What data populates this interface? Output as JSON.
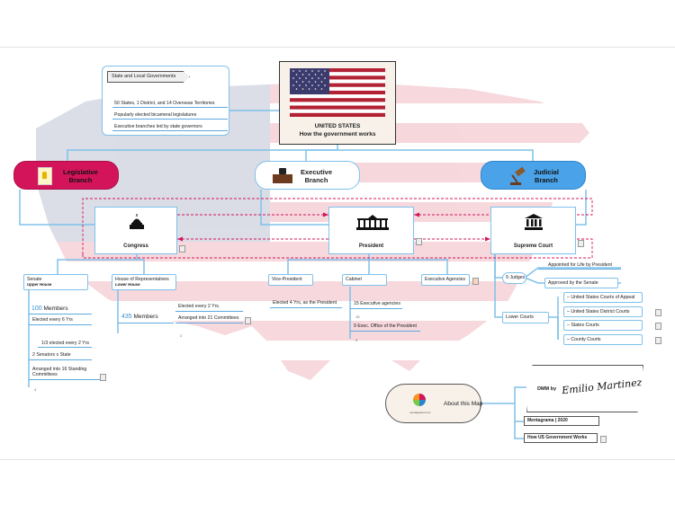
{
  "root": {
    "title_line1": "UNITED  STATES",
    "title_line2": "How the government works"
  },
  "state": {
    "title": "State and Local Governments",
    "items": [
      "50 States, 1 District, and 14 Overseas Territories",
      "Popularly elected bicameral legislatures",
      "Executive branches led by state governors"
    ]
  },
  "branches": {
    "legislative": {
      "line1": "Legislative",
      "line2": "Branch"
    },
    "executive": {
      "line1": "Executive",
      "line2": "Branch"
    },
    "judicial": {
      "line1": "Judicial",
      "line2": "Branch"
    }
  },
  "congress": {
    "label": "Congress"
  },
  "president": {
    "label": "President"
  },
  "court": {
    "label": "Supreme Court"
  },
  "senate": {
    "title": "Senate",
    "subtitle": "Upper House",
    "members_count": "100",
    "members_word": "Members",
    "items": [
      "Elected every 6 Yrs",
      "1/3 elected every 2 Yrs",
      "2 Senators x State",
      "Arranged into 16 Standing",
      "Committees"
    ],
    "sub_marker": "4"
  },
  "house": {
    "title": "House of Representatives",
    "subtitle": "Lower House",
    "members_count": "435",
    "members_word": "Members",
    "items": [
      "Elected every 2 Yrs.",
      "Arranged into 21 Committees"
    ],
    "sub_marker": "2"
  },
  "vp": {
    "title": "Vice-President",
    "items": [
      "Elected 4 Yrs, as the President"
    ]
  },
  "cabinet": {
    "title": "Cabinet",
    "items": [
      "15 Executive agencies",
      "9 Exec. Office of the President"
    ],
    "sub_marker_1": "15",
    "sub_marker_2": "9"
  },
  "agencies": {
    "title": "Executive Agencies"
  },
  "judges": {
    "title": "9 Judges",
    "items": [
      "Appointed for Life by President",
      "Approved by the Senate"
    ]
  },
  "lower_courts": {
    "title": "Lower Courts",
    "items": [
      "United States Courts of Appeal",
      "United States District Courts",
      "States Courts",
      "County Courts"
    ]
  },
  "about": {
    "label": "About this Map",
    "logo_text": "mentagrama.com"
  },
  "dmm": {
    "label": "DMM by",
    "signature": "Emilio Martinez G",
    "items": [
      "Mentagrama | 2020",
      "How US  Government Works"
    ]
  },
  "colors": {
    "legislative": "#d4145a",
    "executive": "#ffffff",
    "judicial": "#4aa3e8",
    "link": "#7fc1ea",
    "relation": "#d4145a"
  }
}
